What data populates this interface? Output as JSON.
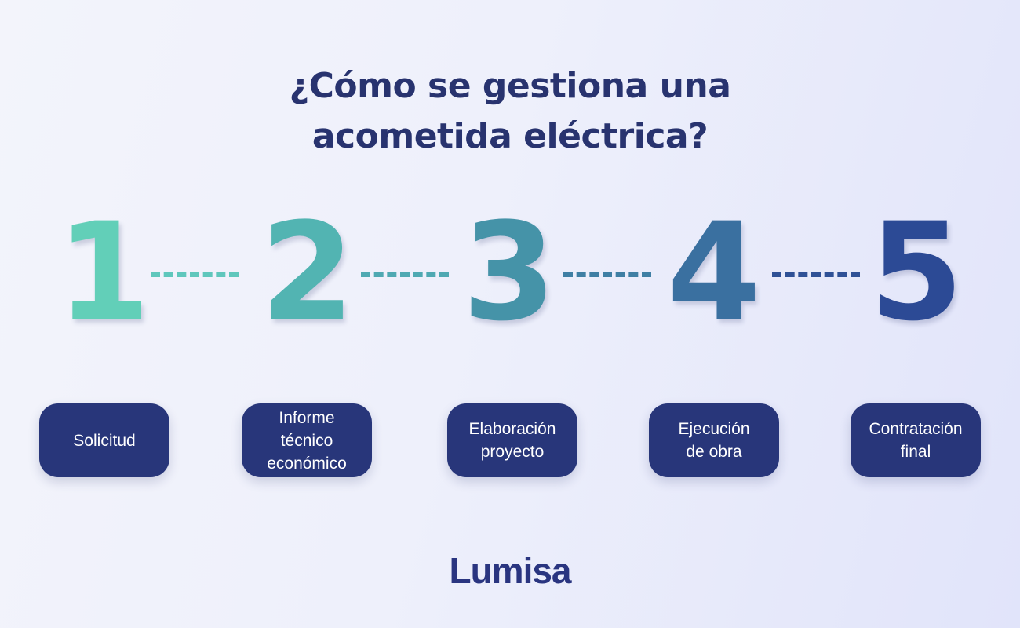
{
  "title": {
    "line1": "¿Cómo se gestiona una",
    "line2": "acometida eléctrica?"
  },
  "steps": [
    {
      "number": "1",
      "label": "Solicitud",
      "color": "#62cfb8"
    },
    {
      "number": "2",
      "label": "Informe\ntécnico\neconómico",
      "color": "#52b4b2"
    },
    {
      "number": "3",
      "label": "Elaboración\nproyecto",
      "color": "#4593a8"
    },
    {
      "number": "4",
      "label": "Ejecución\nde obra",
      "color": "#3a70a0"
    },
    {
      "number": "5",
      "label": "Contratación\nfinal",
      "color": "#2c4a95"
    }
  ],
  "connector_colors": [
    "#5fc7bc",
    "#4fa9b2",
    "#3f7fa4",
    "#2f5196"
  ],
  "brand": {
    "logo_text": "Lumisa",
    "box_color": "#28367a",
    "title_color": "#28336f"
  }
}
